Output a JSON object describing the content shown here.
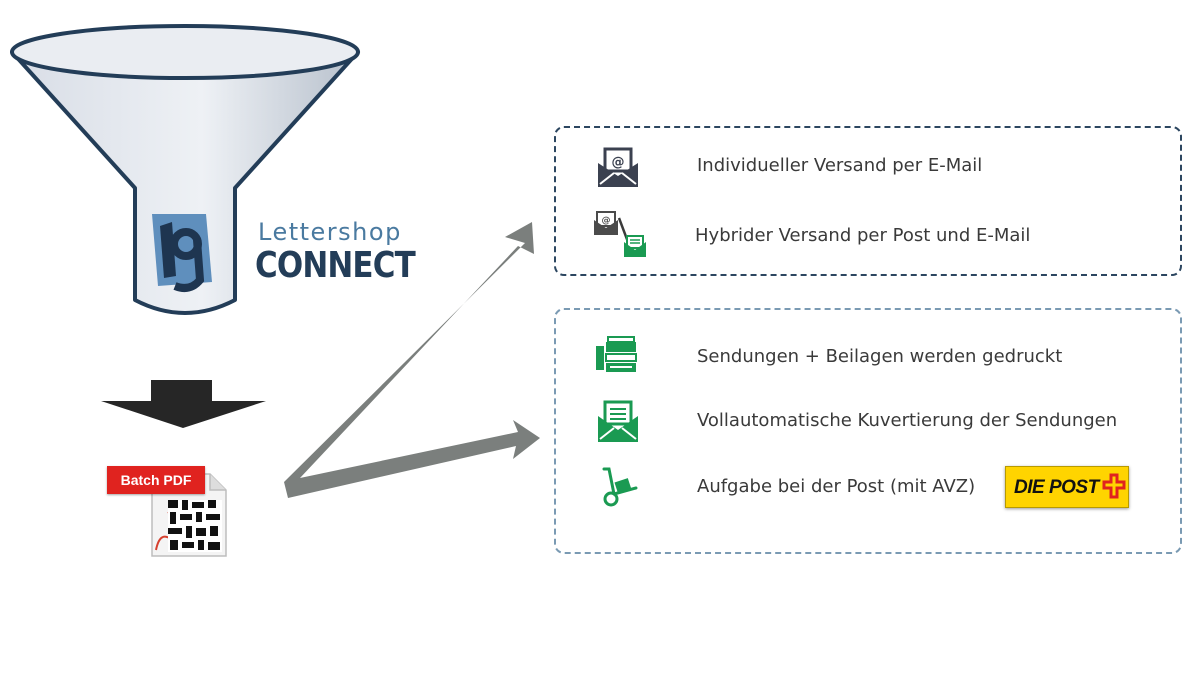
{
  "logo": {
    "line1": "Lettershop",
    "line2": "CONNECT"
  },
  "batch": {
    "label": "Batch PDF"
  },
  "email_box": {
    "items": [
      {
        "icon": "envelope-at-icon",
        "label": "Individueller Versand per E-Mail"
      },
      {
        "icon": "hybrid-mail-icon",
        "label": "Hybrider Versand per Post und E-Mail"
      }
    ]
  },
  "post_box": {
    "items": [
      {
        "icon": "printer-icon",
        "label": "Sendungen + Beilagen werden gedruckt"
      },
      {
        "icon": "envelope-letter-icon",
        "label": "Vollautomatische Kuvertierung der Sendungen"
      },
      {
        "icon": "hand-truck-icon",
        "label": "Aufgabe bei der Post (mit AVZ)"
      }
    ],
    "post_logo_text": "DIE POST"
  },
  "colors": {
    "accent_green": "#1a9a52",
    "dark_blue": "#233d58",
    "arrow_gray": "#7b7f7d",
    "batch_red": "#e0231f",
    "post_yellow": "#ffd400"
  }
}
